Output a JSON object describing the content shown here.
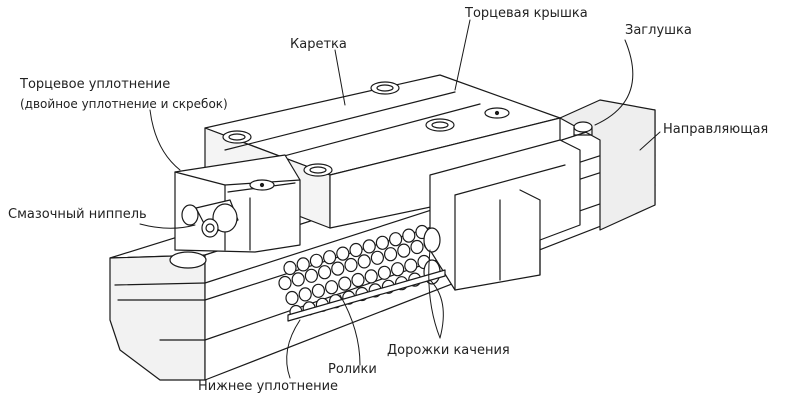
{
  "labels": {
    "end_cap": "Торцевая крышка",
    "carriage": "Каретка",
    "plug": "Заглушка",
    "end_seal_line1": "Торцевое уплотнение",
    "end_seal_line2": "(двойное уплотнение и скребок)",
    "rail": "Направляющая",
    "grease_nipple": "Смазочный ниппель",
    "raceways": "Дорожки качения",
    "rollers": "Ролики",
    "bottom_seal": "Нижнее уплотнение"
  },
  "colors": {
    "line": "#1a1a1a",
    "fill": "#ffffff",
    "shade": "#e6e6e6"
  }
}
